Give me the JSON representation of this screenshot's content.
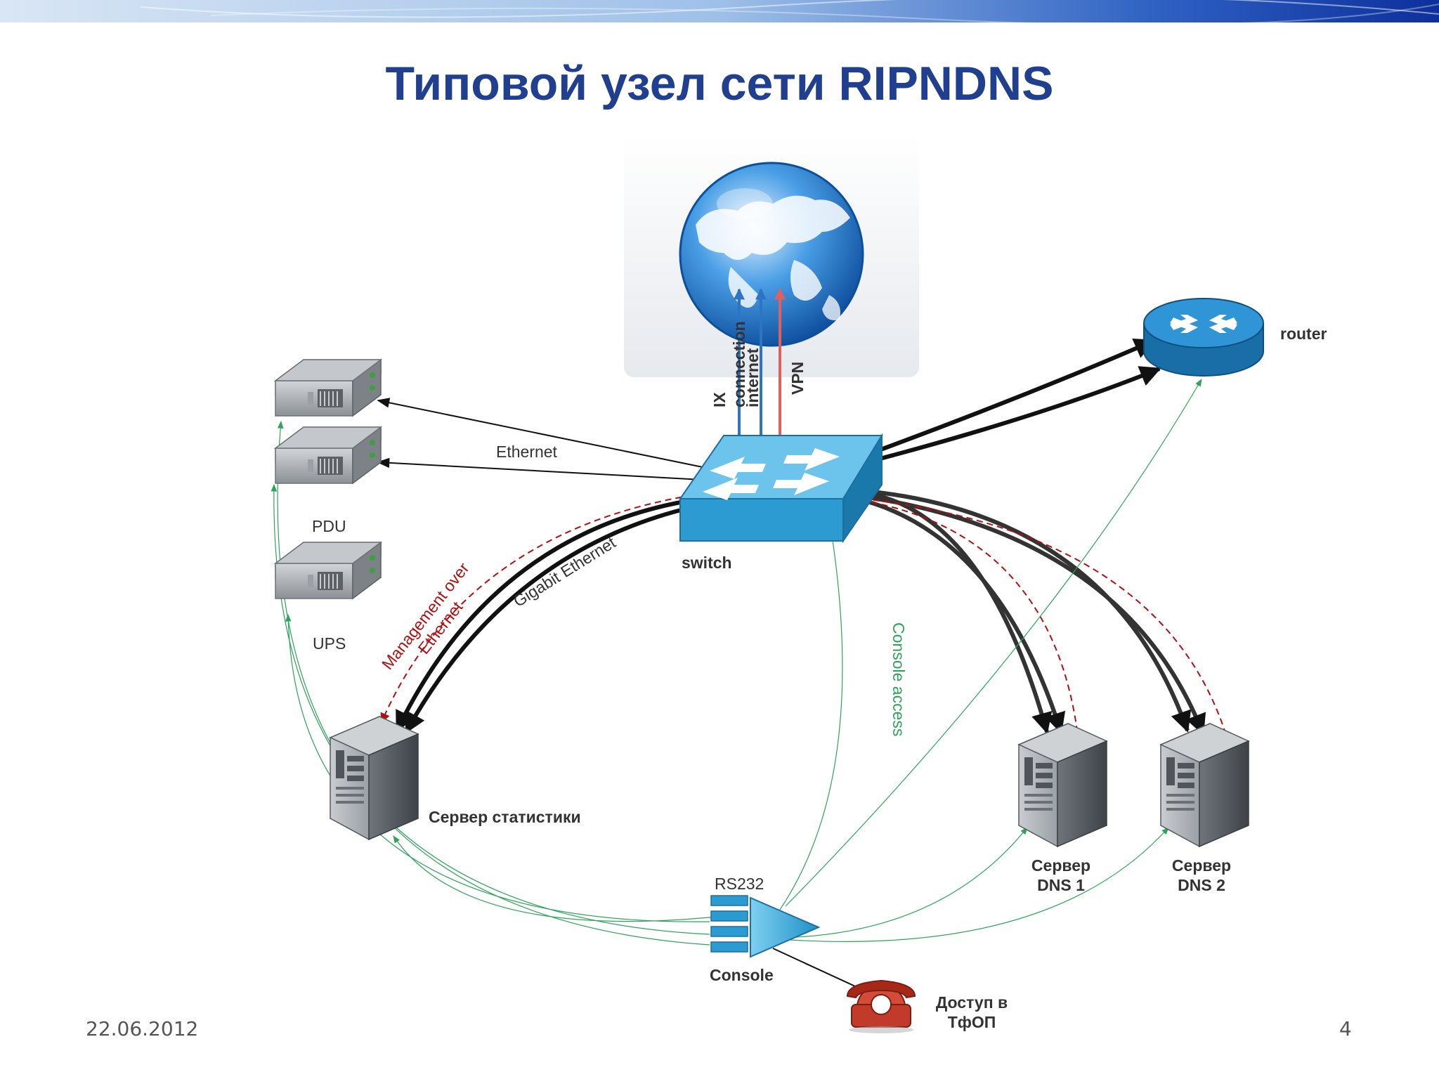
{
  "title": "Типовой узел сети RIPNDNS",
  "labels": {
    "pdu": "PDU",
    "ups": "UPS",
    "ethernet": "Ethernet",
    "switch": "switch",
    "router": "router",
    "ix_line1": "IX",
    "ix_line2": "connection",
    "internet": "internet",
    "vpn": "VPN",
    "gigabit": "Gigabit Ethernet",
    "mgmt_line1": "Management over",
    "mgmt_line2": "Ethernet",
    "console_access": "Console access",
    "stats_server": "Сервер статистики",
    "dns1_line1": "Сервер",
    "dns1_line2": "DNS 1",
    "dns2_line1": "Сервер",
    "dns2_line2": "DNS 2",
    "rs232": "RS232",
    "console": "Console",
    "pstn_line1": "Доступ в",
    "pstn_line2": "ТфОП"
  },
  "footer": {
    "date": "22.06.2012",
    "page": "4"
  },
  "colors": {
    "title": "#203f8e",
    "ethernet_link": "#111111",
    "ix_link": "#2e74c4",
    "vpn_link": "#e06060",
    "management_link": "#b01010",
    "console_link": "#2ea35a",
    "switch": "#2b9bd1",
    "router": "#2787c2"
  },
  "icons": [
    "globe-icon",
    "switch-icon",
    "router-icon",
    "rack-unit-icon",
    "tower-server-icon",
    "console-server-icon",
    "telephone-icon"
  ]
}
